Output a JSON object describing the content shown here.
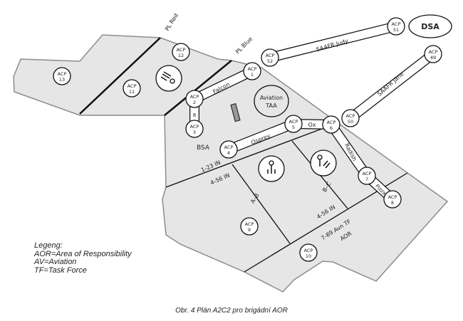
{
  "map": {
    "phase_lines": {
      "red": "PL Red",
      "blue": "PL Blue"
    },
    "areas": {
      "dsa": "DSA",
      "aviation_taa_line1": "Aviation",
      "aviation_taa_line2": "TAA",
      "bsa": "BSA"
    },
    "routes": {
      "falcon": "Falcon",
      "judy": "SAAFR Judy",
      "jane": "SAAFR Jane",
      "osprey": "Osprey",
      "ox": "Ox",
      "radish": "Radish",
      "pizza": "Pizza",
      "short": "8"
    },
    "boundaries": {
      "upper_top": "1-23 IN",
      "upper_bottom": "4-56 IN",
      "ab": "A–B",
      "bc": "B–C",
      "lower_top": "4-56 IN",
      "lower_bottom1": "7-89 Avn TF",
      "lower_bottom2": "AOR"
    },
    "acp_prefix": "ACP",
    "acps": [
      "1",
      "2",
      "3",
      "4",
      "5",
      "6",
      "7",
      "8",
      "9",
      "10",
      "11",
      "12",
      "13",
      "49",
      "50",
      "51",
      "52"
    ],
    "colors": {
      "region_fill": "#e6e6e6",
      "region_edge": "#8c8c8c",
      "line": "#1a1a1a"
    }
  },
  "legend": {
    "title": "Legeng:",
    "items": [
      "AOR=Area of Responsibility",
      "AV=Aviation",
      "TF=Task Force"
    ]
  },
  "caption": "Obr. 4  Plán A2C2 pro brigádní AOR"
}
